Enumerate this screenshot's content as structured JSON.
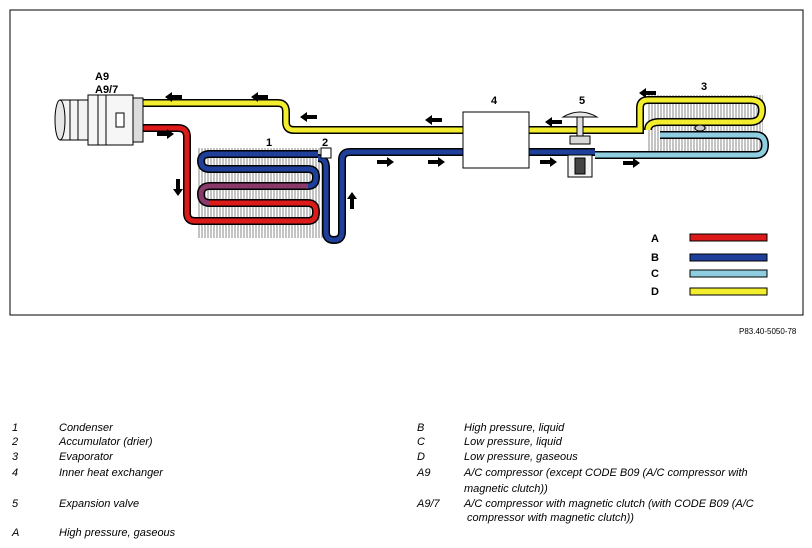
{
  "labels": {
    "compressor_a9": "A9",
    "compressor_a97": "A9/7",
    "condenser_num": "1",
    "accumulator_num": "2",
    "evaporator_num": "3",
    "heat_exchanger_num": "4",
    "expansion_valve_num": "5"
  },
  "line_key": [
    {
      "letter": "A",
      "color": "#dd1a1a"
    },
    {
      "letter": "B",
      "color": "#1e3f9a"
    },
    {
      "letter": "C",
      "color": "#8fcde0"
    },
    {
      "letter": "D",
      "color": "#f2ee2e"
    }
  ],
  "figure_ref": "P83.40-5050-78",
  "legend_left": [
    {
      "key": "1",
      "text": "Condenser"
    },
    {
      "key": "2",
      "text": "Accumulator (drier)"
    },
    {
      "key": "3",
      "text": "Evaporator"
    },
    {
      "key": "4",
      "text": "Inner heat exchanger"
    },
    {
      "key": "5",
      "text": "Expansion valve"
    },
    {
      "key": "A",
      "text": "High pressure, gaseous"
    }
  ],
  "legend_right": [
    {
      "key": "B",
      "text": "High pressure, liquid"
    },
    {
      "key": "C",
      "text": "Low pressure, liquid"
    },
    {
      "key": "D",
      "text": "Low pressure, gaseous"
    },
    {
      "key": "A9",
      "text": "A/C compressor (except CODE B09 (A/C compressor with",
      "text2": "magnetic clutch))"
    },
    {
      "key": "A9/7",
      "text": "A/C compressor with magnetic clutch (with CODE B09 (A/C",
      "text2": " compressor with magnetic clutch))"
    }
  ]
}
